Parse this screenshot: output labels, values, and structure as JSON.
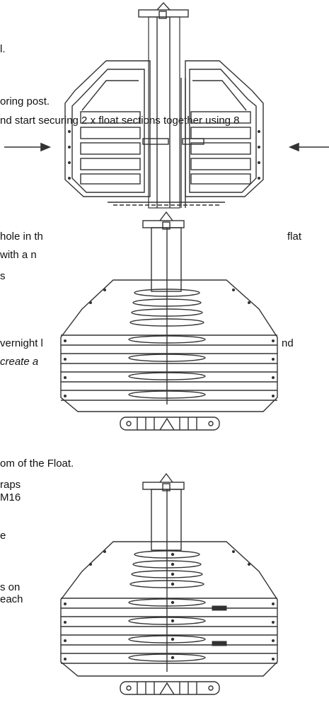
{
  "fragments": {
    "f1": "l.",
    "f2": "oring post.",
    "f3": "nd start securing 2 x float sections together using 8",
    "f4": "hole in th",
    "f5": "flat",
    "f6": "with a n",
    "f7": "s",
    "f8": "vernight l",
    "f9": "nd",
    "f10": "create a",
    "f11": "om of the Float.",
    "f12": "raps",
    "f13": "M16",
    "f14": "e",
    "f15": "s on",
    "f16": "each"
  },
  "colors": {
    "line": "#333333",
    "text": "#111111"
  }
}
